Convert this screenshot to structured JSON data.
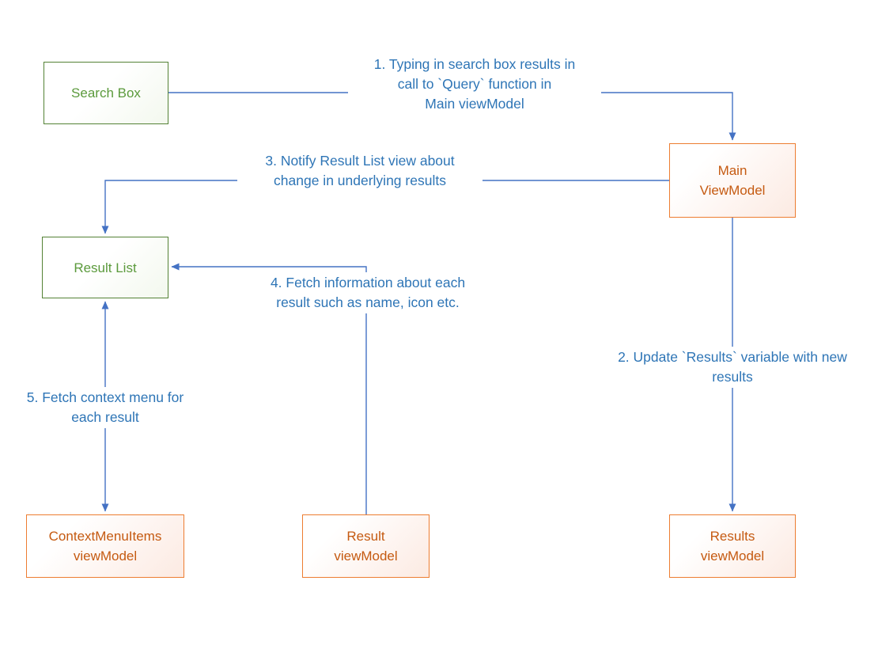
{
  "colors": {
    "arrow": "#4472C4",
    "label_text": "#2E75B6",
    "green_border": "#548235",
    "green_text": "#5B9A3C",
    "orange_border": "#ED7D31",
    "orange_text": "#C55A11",
    "background": "#FFFFFF"
  },
  "nodes": {
    "search_box": {
      "lines": [
        "Search Box"
      ]
    },
    "main_viewmodel": {
      "lines": [
        "Main",
        "ViewModel"
      ]
    },
    "result_list": {
      "lines": [
        "Result List"
      ]
    },
    "contextmenuitems_viewmodel": {
      "lines": [
        "ContextMenuItems",
        "viewModel"
      ]
    },
    "result_viewmodel": {
      "lines": [
        "Result",
        "viewModel"
      ]
    },
    "results_viewmodel": {
      "lines": [
        "Results",
        "viewModel"
      ]
    }
  },
  "annotations": {
    "step1": {
      "lines": [
        "1. Typing in search box results in",
        "call to `Query` function in",
        "Main viewModel"
      ]
    },
    "step2": {
      "lines": [
        "2. Update `Results` variable with new",
        "results"
      ]
    },
    "step3": {
      "lines": [
        "3. Notify Result List view about",
        "change in underlying results"
      ]
    },
    "step4": {
      "lines": [
        "4. Fetch information about each",
        "result such as name, icon etc."
      ]
    },
    "step5": {
      "lines": [
        "5. Fetch context menu for",
        "each result"
      ]
    }
  }
}
